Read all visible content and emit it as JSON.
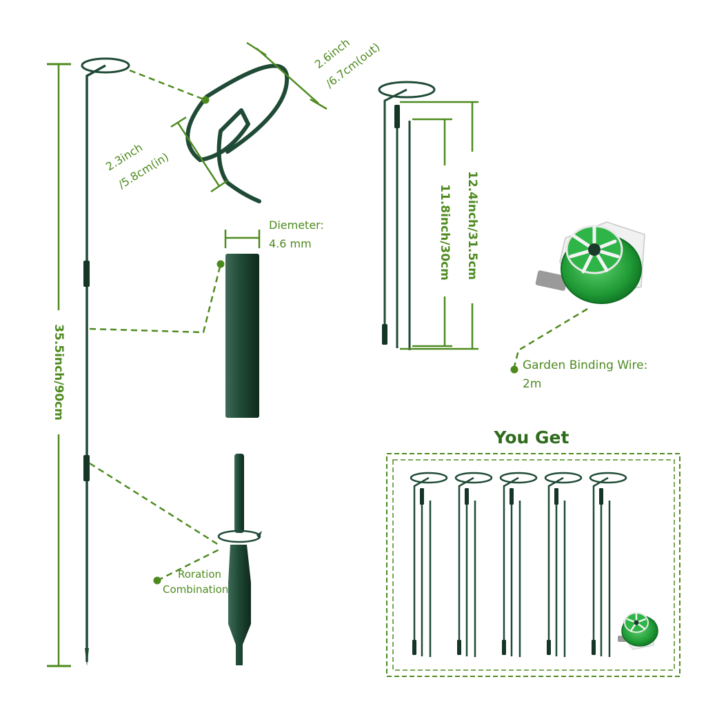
{
  "colors": {
    "accent": "#4d8a1e",
    "stake": "#1f4a36",
    "stake_dark": "#153527",
    "wire_green": "#23a33c",
    "heading": "#2f6b1d",
    "text": "#4d8a1e"
  },
  "labels": {
    "total_height": "35.5inch/90cm",
    "ring_outer_line1": "2.6inch",
    "ring_outer_line2": "/6.7cm(out)",
    "ring_inner_line1": "2.3inch",
    "ring_inner_line2": "/5.8cm(in)",
    "diameter_line1": "Diemeter:",
    "diameter_line2": "4.6 mm",
    "segment_long": "12.4inch/31.5cm",
    "segment_short": "11.8inch/30cm",
    "wire_line1": "Garden Binding Wire:",
    "wire_line2": "2m",
    "rotation_line1": "Roration",
    "rotation_line2": "Combination"
  },
  "package": {
    "title": "You Get",
    "stake_set_count": 5,
    "includes_wire_reel": true
  },
  "icons": {
    "stake": "plant-stake-icon",
    "ring": "support-ring-icon",
    "reel": "wire-reel-icon"
  }
}
